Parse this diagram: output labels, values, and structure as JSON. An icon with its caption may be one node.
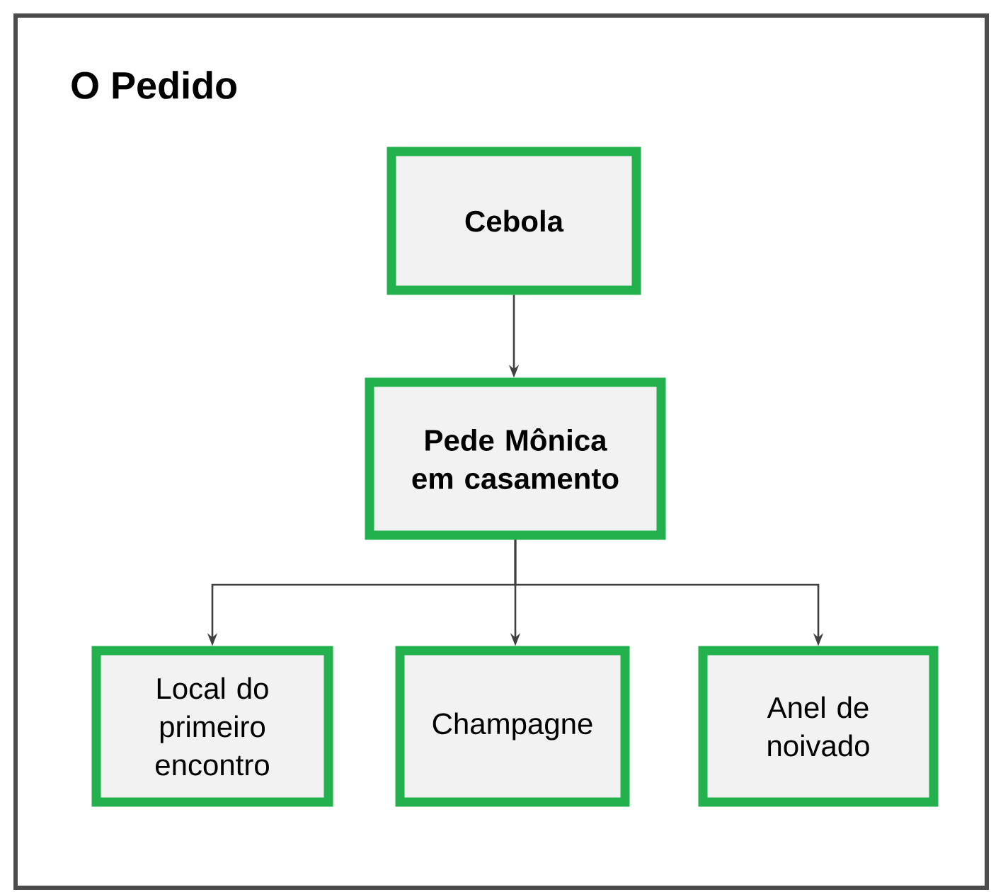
{
  "diagram": {
    "title": "O Pedido",
    "nodes": [
      {
        "text": [
          "Cebola"
        ]
      },
      {
        "text": [
          "Pede Mônica em casamento"
        ]
      },
      {
        "text": [
          "Local do primeiro encontro"
        ]
      },
      {
        "text": [
          "Champagne"
        ]
      },
      {
        "text": [
          "Anel de noivado"
        ]
      }
    ],
    "edges": [
      {
        "from": 0,
        "to": 1,
        "arrow": "to"
      },
      {
        "from": 1,
        "to": 2,
        "arrow": "to"
      },
      {
        "from": 1,
        "to": 3,
        "arrow": "to"
      },
      {
        "from": 1,
        "to": 4,
        "arrow": "to"
      }
    ]
  }
}
